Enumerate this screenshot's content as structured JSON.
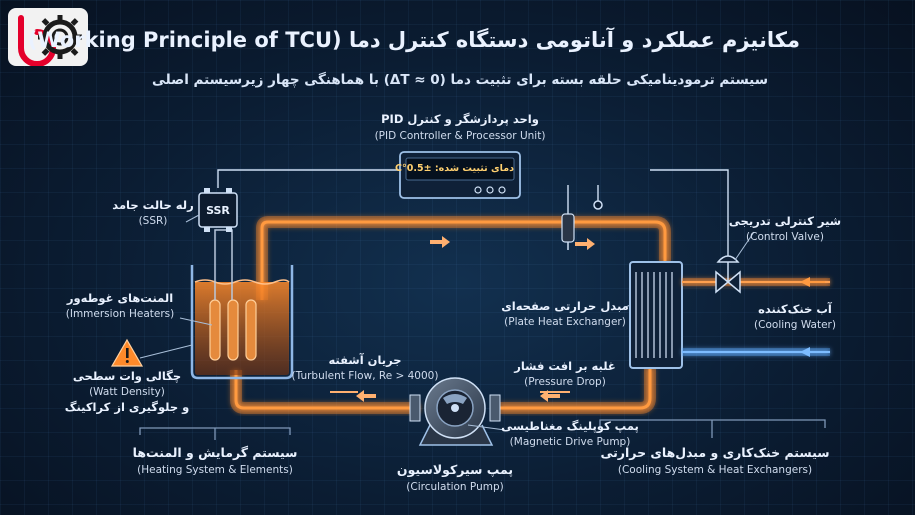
{
  "title": "مکانیزم عملکرد و آناتومی دستگاه کنترل دما (Working Principle of TCU)",
  "subtitle": "سیستم ترمودینامیکی حلقه بسته برای تثبیت دما (0 ≈ ΔT) با هماهنگی چهار زیرسیستم اصلی",
  "pid": {
    "title": "واحد پردازشگر و کنترل PID",
    "subtitle": "(PID Controller & Processor Unit)",
    "display": "دمای تثبیت شده: ±0.5°C"
  },
  "ssr": {
    "title": "رله حالت جامد",
    "subtitle": "(SSR)",
    "label": "SSR"
  },
  "immersion_heaters": {
    "title": "المنت‌های غوطه‌ور",
    "subtitle": "(Immersion Heaters)"
  },
  "watt_density": {
    "line1": "چگالی وات سطحی",
    "line2": "(Watt Density)",
    "line3": "و جلوگیری از کراکینگ"
  },
  "heating_system": {
    "title": "سیستم گرمایش و المنت‌ها",
    "subtitle": "(Heating System & Elements)"
  },
  "turbulent_flow": {
    "title": "جریان آشفته",
    "subtitle": "(Turbulent Flow, Re > 4000)"
  },
  "circulation_pump": {
    "title": "پمپ سیرکولاسیون",
    "subtitle": "(Circulation Pump)"
  },
  "magnetic_pump": {
    "title": "پمپ کوپلینگ مغناطیسی",
    "subtitle": "(Magnetic Drive Pump)"
  },
  "pressure_drop": {
    "title": "غلبه بر افت فشار",
    "subtitle": "(Pressure Drop)"
  },
  "plate_hx": {
    "title": "مبدل حرارتی صفحه‌ای",
    "subtitle": "(Plate Heat Exchanger)"
  },
  "control_valve": {
    "title": "شیر کنترلی تدریجی",
    "subtitle": "(Control Valve)"
  },
  "cooling_water": {
    "title": "آب خنک‌کننده",
    "subtitle": "(Cooling Water)"
  },
  "cooling_system": {
    "title": "سیستم خنک‌کاری و مبدل‌های حرارتی",
    "subtitle": "(Cooling System & Heat Exchangers)"
  },
  "colors": {
    "hot": "#ff8a2a",
    "cold": "#5aa9ff",
    "accent": "#e4002b",
    "background": "#0b1d33"
  }
}
